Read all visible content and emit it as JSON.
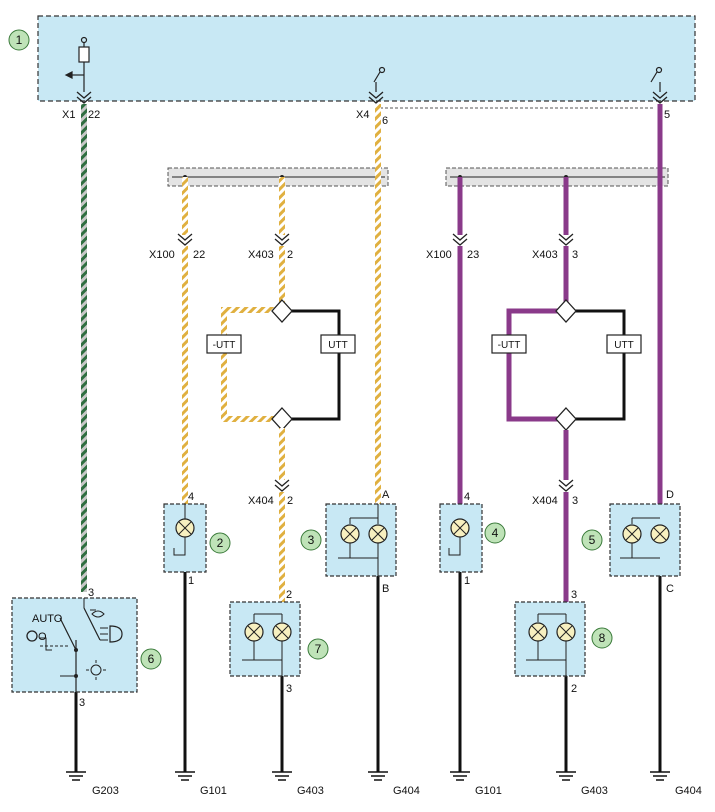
{
  "colors": {
    "block_fill": "#c8e8f4",
    "callout_fill": "#bfe3b8",
    "wire_green": "#3a7a4a",
    "wire_yellow": "#e0b040",
    "wire_purple": "#8a3a8a",
    "wire_black": "#111111"
  },
  "connectors": {
    "x1": "X1",
    "x1_pin": "22",
    "x4": "X4",
    "x4_pin": "6",
    "x4_pin5": "5",
    "x100_left": "X100",
    "x100_left_pin": "22",
    "x403_left": "X403",
    "x403_left_pin": "2",
    "x100_right": "X100",
    "x100_right_pin": "23",
    "x403_right": "X403",
    "x403_right_pin": "3",
    "x404_left": "X404",
    "x404_left_pin": "2",
    "x404_right": "X404",
    "x404_right_pin": "3"
  },
  "utt": {
    "neg_left": "-UTT",
    "pos_left": "UTT",
    "neg_right": "-UTT",
    "pos_right": "UTT"
  },
  "callouts": [
    "1",
    "2",
    "3",
    "4",
    "5",
    "6",
    "7",
    "8"
  ],
  "pins": {
    "c2_top": "4",
    "c2_bot": "1",
    "c3_top": "A",
    "c3_bot": "B",
    "c4_top": "4",
    "c4_bot": "1",
    "c5_top": "D",
    "c5_bot": "C",
    "c6_top": "3",
    "c6_bot": "3",
    "c7_top": "2",
    "c7_bot": "3",
    "c8_top": "3",
    "c8_bot": "2"
  },
  "switch_labels": {
    "auto": "AUTO",
    "o": "O"
  },
  "grounds": [
    "G203",
    "G101",
    "G403",
    "G404",
    "G101",
    "G403",
    "G404"
  ]
}
